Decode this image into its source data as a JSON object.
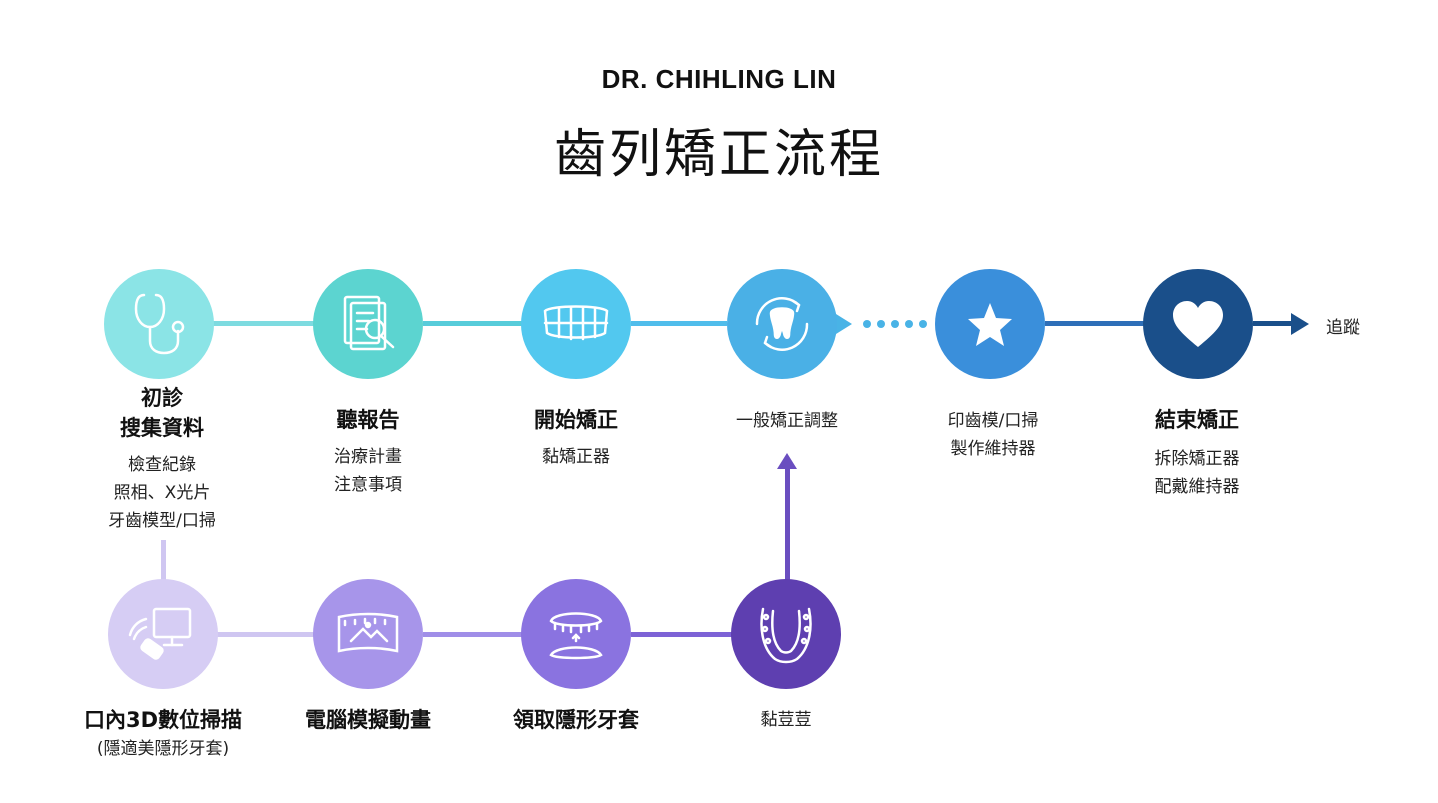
{
  "header": {
    "subtitle": "DR. CHIHLING LIN",
    "title": "齒列矯正流程"
  },
  "steps_top": [
    {
      "title_line1": "初診",
      "title_line2": "搜集資料",
      "desc": [
        "檢查紀錄",
        "照相、X光片",
        "牙齒模型/口掃"
      ]
    },
    {
      "title": "聽報告",
      "desc": [
        "治療計畫",
        "注意事項"
      ]
    },
    {
      "title": "開始矯正",
      "desc": [
        "黏矯正器"
      ]
    },
    {
      "title": "一般矯正調整"
    },
    {
      "title": "",
      "desc": [
        "印齒模/口掃",
        "製作維持器"
      ]
    },
    {
      "title": "結束矯正",
      "desc": [
        "拆除矯正器",
        "配戴維持器"
      ]
    }
  ],
  "end_label": "追蹤",
  "steps_bottom": [
    {
      "title": "口內3D數位掃描",
      "desc": [
        "(隱適美隱形牙套)"
      ]
    },
    {
      "title": "電腦模擬動畫"
    },
    {
      "title": "領取隱形牙套"
    },
    {
      "title": "黏荳荳"
    }
  ],
  "colors": {
    "n1": "#8be4e6",
    "n2": "#5cd4d0",
    "n3": "#52c8ef",
    "n4": "#4ab0e6",
    "n5": "#3a8fdb",
    "n6": "#1a4f8a",
    "b1": "#d6cdf4",
    "b2": "#a795ea",
    "b3": "#8a73e0",
    "b4": "#5e3fb0"
  }
}
